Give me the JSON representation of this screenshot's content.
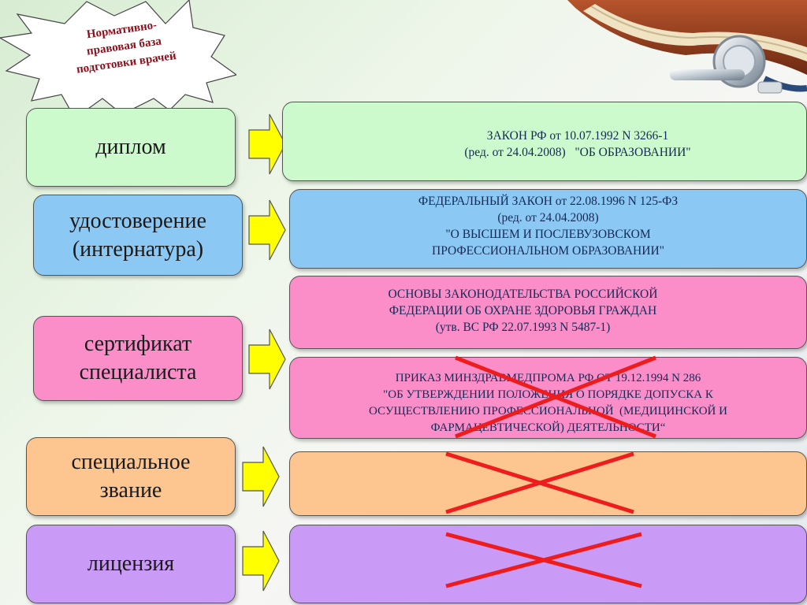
{
  "star_title": [
    "Нормативно-",
    "правовая база",
    "подготовки врачей"
  ],
  "categories": [
    {
      "lines": [
        "диплом"
      ],
      "color": "#ccfacc"
    },
    {
      "lines": [
        "удостоверение",
        "(интернатура)"
      ],
      "color": "#8cc8f4"
    },
    {
      "lines": [
        "сертификат",
        "специалиста"
      ],
      "color": "#fb8ec9"
    },
    {
      "lines": [
        "специальное",
        "звание"
      ],
      "color": "#fdc590"
    },
    {
      "lines": [
        "лицензия"
      ],
      "color": "#c99af6"
    }
  ],
  "laws": [
    {
      "lines": [
        "ЗАКОН РФ от 10.07.1992 N 3266-1",
        "(ред. от 24.04.2008)   \"ОБ ОБРАЗОВАНИИ\""
      ],
      "color": "#ccfacc",
      "crossed": false
    },
    {
      "lines": [
        "ФЕДЕРАЛЬНЫЙ ЗАКОН от 22.08.1996 N 125-ФЗ",
        "(ред. от 24.04.2008)",
        "\"О ВЫСШЕМ И ПОСЛЕВУЗОВСКОМ",
        "ПРОФЕССИОНАЛЬНОМ ОБРАЗОВАНИИ\""
      ],
      "color": "#8cc8f4",
      "crossed": false
    },
    {
      "lines": [
        "ОСНОВЫ ЗАКОНОДАТЕЛЬСТВА РОССИЙСКОЙ",
        "ФЕДЕРАЦИИ ОБ ОХРАНЕ ЗДОРОВЬЯ ГРАЖДАН",
        "(утв. ВС РФ 22.07.1993 N 5487-1)"
      ],
      "color": "#fb8ec9",
      "crossed": false
    },
    {
      "lines": [
        "ПРИКАЗ МИНЗДРАВМЕДПРОМА РФ ОТ 19.12.1994 N 286",
        "\"ОБ УТВЕРЖДЕНИИ ПОЛОЖЕНИЯ О ПОРЯДКЕ ДОПУСКА К",
        "ОСУЩЕСТВЛЕНИЮ ПРОФЕССИОНАЛЬНОЙ  (МЕДИЦИНСКОЙ И",
        "ФАРМАЦЕВТИЧЕСКОЙ) ДЕЯТЕЛЬНОСТИ“"
      ],
      "color": "#fb8ec9",
      "crossed": true
    },
    {
      "lines": [],
      "color": "#fdc590",
      "crossed": true
    },
    {
      "lines": [],
      "color": "#c99af6",
      "crossed": true
    }
  ],
  "colors": {
    "arrow_fill": "#ffff00",
    "cross": "#ee1c1c",
    "star_text": "#8b0f1c"
  }
}
